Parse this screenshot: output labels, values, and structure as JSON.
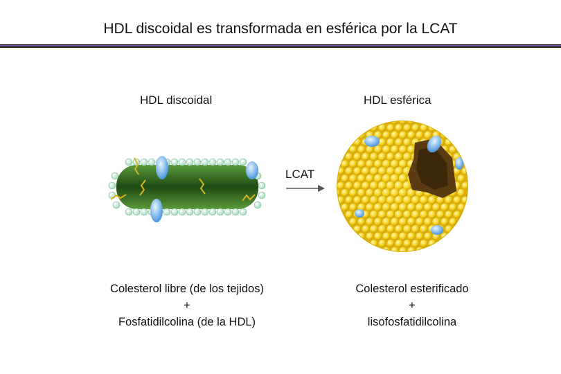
{
  "title": "HDL discoidal es transformada en esférica por la LCAT",
  "left_panel": {
    "heading": "HDL discoidal",
    "caption": [
      "Colesterol libre (de los tejidos)",
      "+",
      "Fosfatidilcolina (de la HDL)"
    ]
  },
  "right_panel": {
    "heading": "HDL esférica",
    "caption": [
      "Colesterol esterificado",
      "+",
      "lisofosfatidilcolina"
    ]
  },
  "arrow": {
    "label": "LCAT"
  },
  "colors": {
    "accent_rule": "#6b4f9e",
    "disc_core": "#2f6b22",
    "disc_lipid_head": "#b9e4cc",
    "protein": "#5ba3e6",
    "sphere_lipid": "#f5d21c",
    "cutaway": "#5a3b12"
  }
}
